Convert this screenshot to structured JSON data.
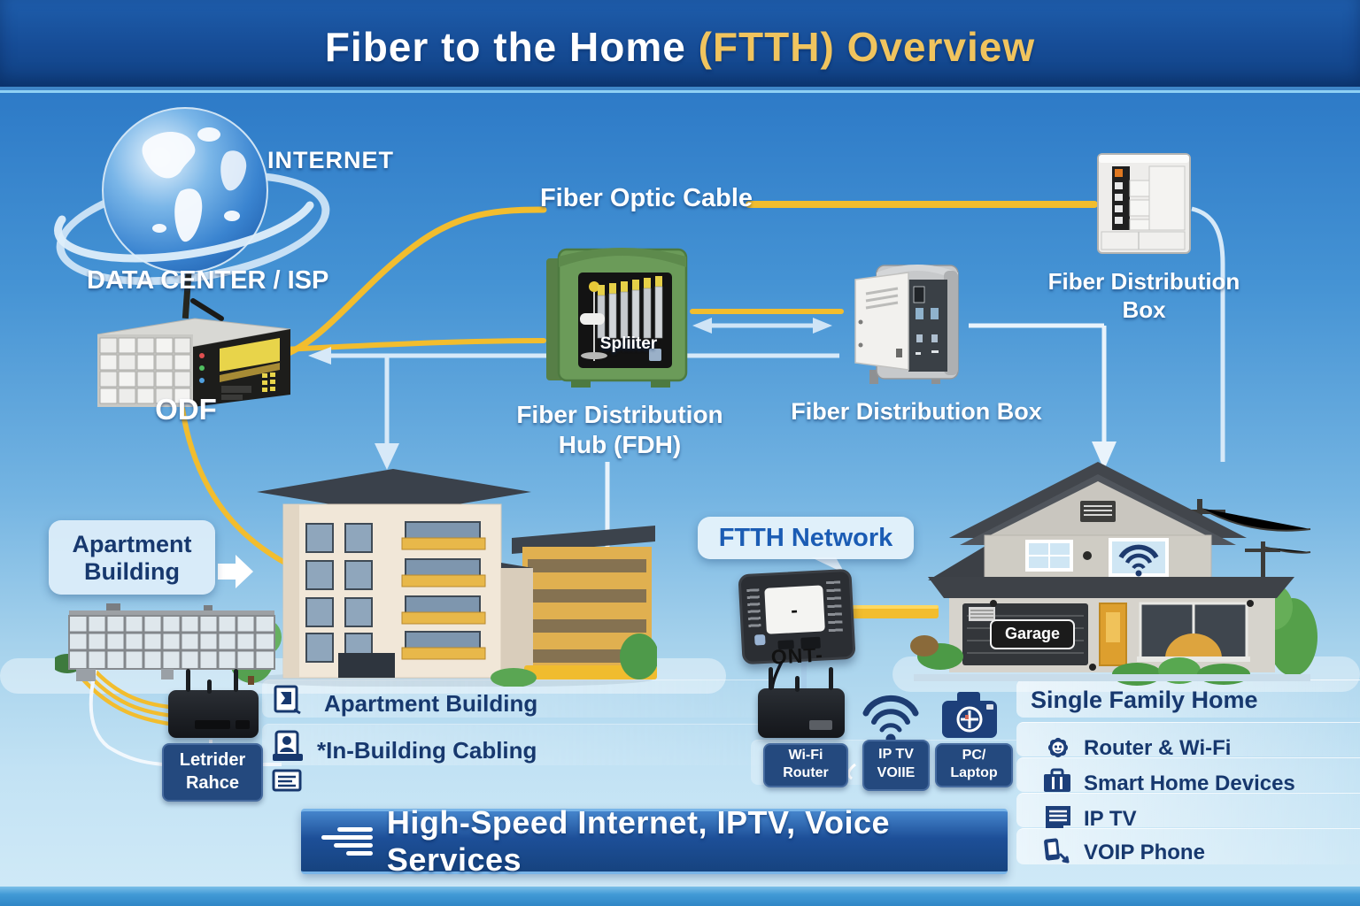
{
  "title": {
    "main": "Fiber to the Home",
    "accent": "(FTTH) Overview"
  },
  "labels": {
    "internet": "INTERNET",
    "data_center_isp": "DATA CENTER / ISP",
    "odf": "ODF",
    "fiber_optic_cable": "Fiber Optic Cable",
    "splitter": "Spliiter",
    "fdh_line1": "Fiber Distribution",
    "fdh_line2": "Hub (FDH)",
    "fdb_mid": "Fiber Distribution Box",
    "fdb_right_line1": "Fiber Distribution",
    "fdb_right_line2": "Box",
    "apartment_card_line1": "Apartment",
    "apartment_card_line2": "Building",
    "ftth_network": "FTTH Network",
    "ont": "-ONT-",
    "garage": "Garage"
  },
  "left_legend": {
    "badge_line1": "Letrider",
    "badge_line2": "Rahce",
    "items": [
      {
        "icon": "building-icon",
        "label": "Apartment Building"
      },
      {
        "icon": "cabling-icon",
        "label": "*In-Building Cabling"
      }
    ]
  },
  "device_badges": [
    {
      "line1": "Wi-Fi",
      "line2": "Router"
    },
    {
      "line1": "IP TV",
      "line2": "VOIIE"
    },
    {
      "line1": "PC/",
      "line2": "Laptop"
    }
  ],
  "right_legend": {
    "header": "Single Family Home",
    "items": [
      {
        "icon": "router-wifi-icon",
        "label": "Router & Wi-Fi"
      },
      {
        "icon": "smart-home-icon",
        "label": "Smart Home Devices"
      },
      {
        "icon": "iptv-icon",
        "label": "IP TV"
      },
      {
        "icon": "voip-icon",
        "label": "VOIP Phone"
      }
    ]
  },
  "banner": {
    "text": "High-Speed Internet, IPTV, Voice Services"
  },
  "colors": {
    "title_accent": "#f0c45e",
    "cable_yellow": "#f2bd2e",
    "arrow_light": "#d7e9f8",
    "navy_text": "#17386e",
    "badge_navy": "#24497e",
    "hub_green": "#6b9b59"
  }
}
